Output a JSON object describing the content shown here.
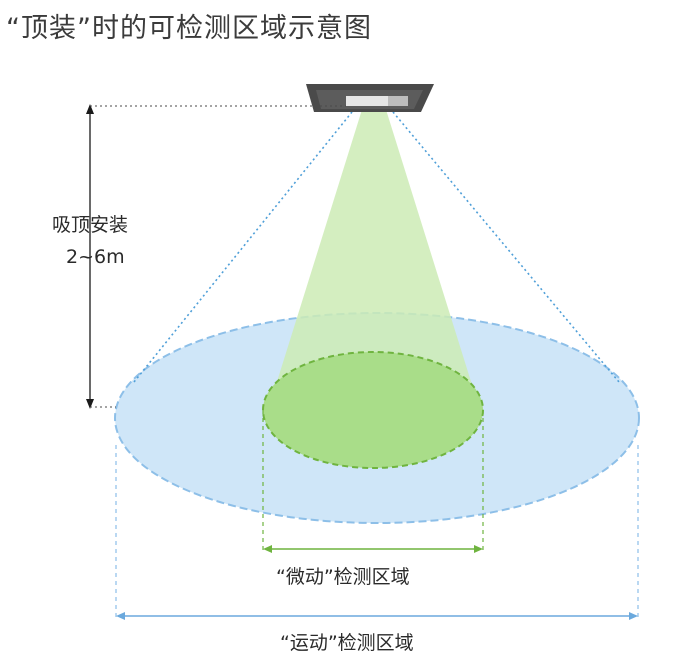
{
  "title": "“顶装”时的可检测区域示意图",
  "height_label": {
    "line1": "吸顶安装",
    "line2": "2~6m"
  },
  "micro_zone_label": "“微动”检测区域",
  "motion_zone_label": "“运动”检测区域",
  "colors": {
    "motion_zone_fill": "#c9e3f7",
    "motion_zone_stroke": "#8dbfe8",
    "micro_zone_fill": "#a9dd89",
    "micro_zone_stroke": "#6fb43f",
    "cone_fill": "#cdebb5",
    "dotted_line": "#4f9fd8",
    "sensor_body": "#4a4a4a",
    "text": "#2a2a2a",
    "arrow": "#1a1a1a"
  }
}
